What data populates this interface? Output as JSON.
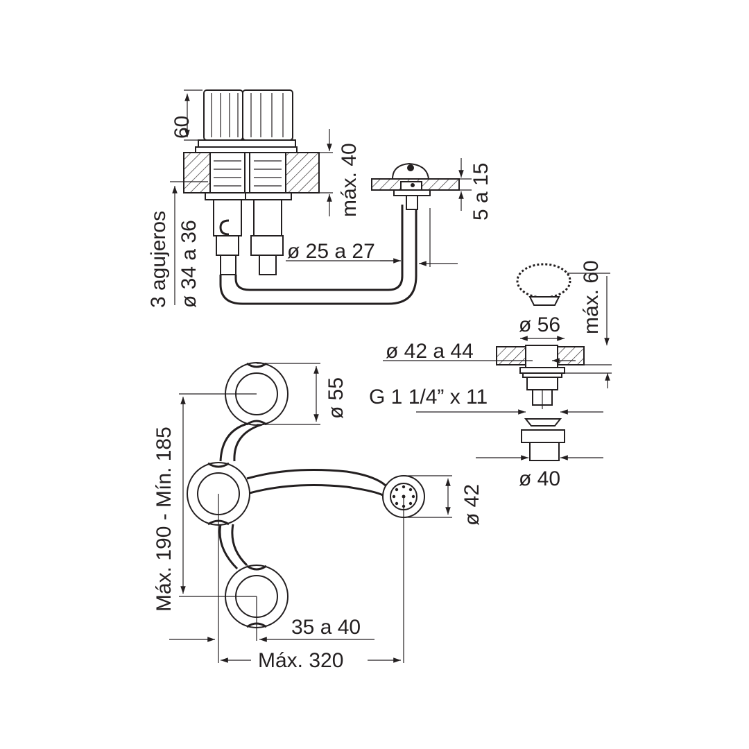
{
  "drawing": {
    "title": "",
    "colors": {
      "ink": "#231f20",
      "paper": "#ffffff"
    },
    "labels": {
      "height_60": "60",
      "max_40": "máx. 40",
      "range_5_15": "5 a 15",
      "holes_line1": "3 agujeros",
      "holes_line2": "ø 34 a 36",
      "pipe_diameter": "ø 25 a 27",
      "max_60": "máx. 60",
      "dia_56": "ø 56",
      "dia_42_44": "ø 42 a 44",
      "thread": "G 1 1/4” x 11",
      "dia_40": "ø 40",
      "dia_55": "ø 55",
      "max_min": "Máx. 190 - Mín. 185",
      "dia_42": "ø 42",
      "range_35_40": "35 a 40",
      "max_320": "Máx. 320"
    }
  }
}
